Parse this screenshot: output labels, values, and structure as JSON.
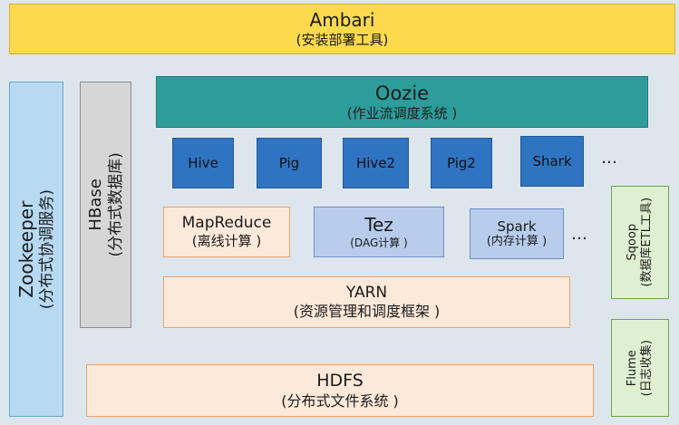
{
  "ambari": {
    "title": "Ambari",
    "sub": "(安装部署工具)"
  },
  "oozie": {
    "title": "Oozie",
    "sub": "(作业流调度系统 )"
  },
  "engines": {
    "hive": "Hive",
    "pig": "Pig",
    "hive2": "Hive2",
    "pig2": "Pig2",
    "shark": "Shark"
  },
  "ellipsis": "…",
  "mapreduce": {
    "title": "MapReduce",
    "sub": "(离线计算 )"
  },
  "tez": {
    "title": "Tez",
    "sub": "(DAG计算 )"
  },
  "spark": {
    "title": "Spark",
    "sub": "(内存计算 )"
  },
  "yarn": {
    "title": "YARN",
    "sub": "(资源管理和调度框架 )"
  },
  "hdfs": {
    "title": "HDFS",
    "sub": "(分布式文件系统 )"
  },
  "zookeeper": {
    "title": "Zookeeper",
    "sub": "(分布式协调服务)"
  },
  "hbase": {
    "title": "HBase",
    "sub": "(分布式数据库)"
  },
  "sqoop": {
    "title": "Sqoop",
    "sub": "(数据库ETL工具)"
  },
  "flume": {
    "title": "Flume",
    "sub": "(日志收集)"
  },
  "colors": {
    "ambari": "#fcd94d",
    "oozie": "#2d9d9b",
    "engine": "#2f74c2",
    "compute": "#fde9d9",
    "tez": "#b8cceb",
    "zookeeper": "#b7d9f2",
    "hbase": "#d6d6d6",
    "tools": "#dff0d2"
  }
}
